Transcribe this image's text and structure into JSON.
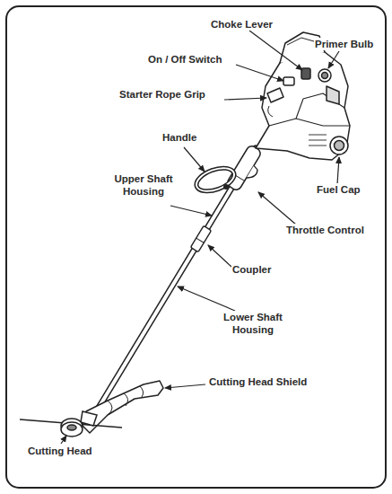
{
  "diagram": {
    "labels": [
      "Choke Lever",
      "Primer Bulb",
      "On / Off Switch",
      "Starter Rope Grip",
      "Handle",
      "Upper Shaft Housing",
      "Fuel Cap",
      "Throttle Control",
      "Coupler",
      "Lower Shaft Housing",
      "Cutting Head Shield",
      "Cutting Head"
    ]
  }
}
